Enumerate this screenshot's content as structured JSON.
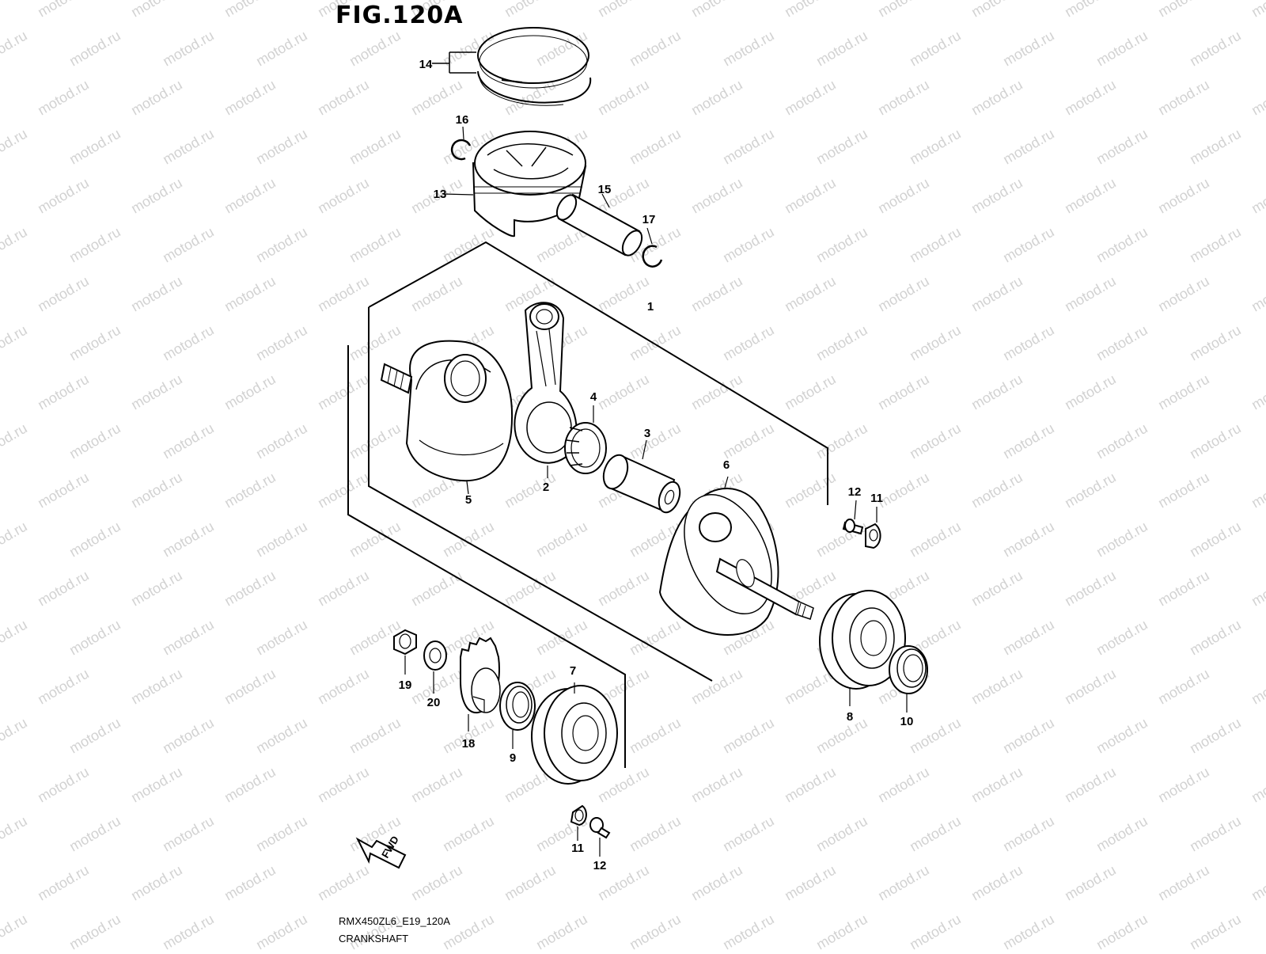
{
  "figure": {
    "title": "FIG.120A",
    "code": "RMX450ZL6_E19_120A",
    "name": "CRANKSHAFT",
    "forward_marker": "FWD",
    "watermark": "motod.ru"
  },
  "callouts": [
    {
      "id": "1",
      "part": "crankshaft-assembly"
    },
    {
      "id": "2",
      "part": "connecting-rod"
    },
    {
      "id": "3",
      "part": "crank-pin"
    },
    {
      "id": "4",
      "part": "needle-bearing"
    },
    {
      "id": "5",
      "part": "crank-web-left"
    },
    {
      "id": "6",
      "part": "crank-web-right"
    },
    {
      "id": "7",
      "part": "bearing-left"
    },
    {
      "id": "8",
      "part": "bearing-right"
    },
    {
      "id": "9",
      "part": "oil-seal-left"
    },
    {
      "id": "10",
      "part": "oil-seal-right"
    },
    {
      "id": "11",
      "part": "washer-upper"
    },
    {
      "id": "12",
      "part": "bolt-upper"
    },
    {
      "id": "11",
      "part": "washer-lower"
    },
    {
      "id": "12",
      "part": "bolt-lower"
    },
    {
      "id": "13",
      "part": "piston"
    },
    {
      "id": "14",
      "part": "piston-rings"
    },
    {
      "id": "15",
      "part": "piston-pin"
    },
    {
      "id": "16",
      "part": "circlip-left"
    },
    {
      "id": "17",
      "part": "circlip-right"
    },
    {
      "id": "18",
      "part": "gear"
    },
    {
      "id": "19",
      "part": "nut"
    },
    {
      "id": "20",
      "part": "washer"
    }
  ]
}
